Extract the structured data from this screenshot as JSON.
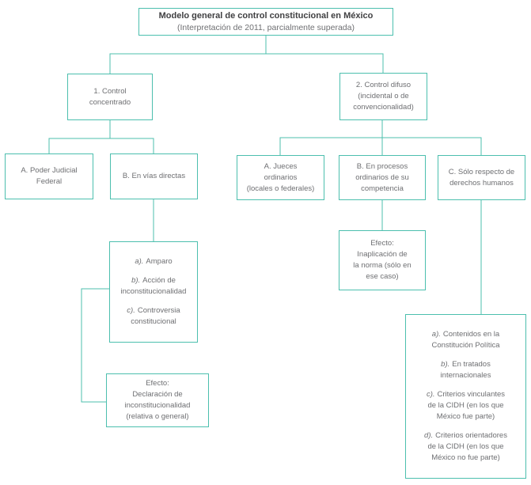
{
  "colors": {
    "line": "#4cbfae",
    "text": "#6e6f72",
    "title": "#3f3f41"
  },
  "diagram": {
    "title": {
      "heading": "Modelo general de control constitucional en México",
      "subtitle": "(Interpretación de 2011, parcialmente superada)"
    },
    "concentrado": {
      "label_lines": [
        "1. Control",
        "concentrado"
      ],
      "children": {
        "poder_judicial": {
          "lines": [
            "A. Poder Judicial",
            "Federal"
          ]
        },
        "vias_directas": {
          "lines": [
            "B. En vías directas"
          ]
        }
      },
      "vias_items": [
        {
          "marker": "a).",
          "lines": [
            "Amparo"
          ]
        },
        {
          "marker": "b).",
          "lines": [
            "Acción de",
            "inconstitucionalidad"
          ]
        },
        {
          "marker": "c).",
          "lines": [
            "Controversia",
            "constitucional"
          ]
        }
      ],
      "efecto": {
        "label": "Efecto:",
        "lines": [
          "Declaración de",
          "inconstitucionalidad",
          "(relativa o general)"
        ]
      }
    },
    "difuso": {
      "label_lines": [
        "2. Control difuso",
        "(incidental o de",
        "convencionalidad)"
      ],
      "children": {
        "jueces": {
          "lines": [
            "A. Jueces",
            "ordinarios",
            "(locales o federales)"
          ]
        },
        "procesos": {
          "lines": [
            "B. En procesos",
            "ordinarios de su",
            "competencia"
          ]
        },
        "derechos": {
          "lines": [
            "C. Sólo respecto de",
            "derechos humanos"
          ]
        }
      },
      "efecto": {
        "label": "Efecto:",
        "lines": [
          "Inaplicación de",
          "la norma (sólo en",
          "ese caso)"
        ]
      },
      "derechos_items": [
        {
          "marker": "a).",
          "lines": [
            "Contenidos en la",
            "Constitución Política"
          ]
        },
        {
          "marker": "b).",
          "lines": [
            "En tratados",
            "internacionales"
          ]
        },
        {
          "marker": "c).",
          "lines": [
            "Criterios vinculantes",
            "de la CIDH (en los que",
            "México fue parte)"
          ]
        },
        {
          "marker": "d).",
          "lines": [
            "Criterios orientadores",
            "de la CIDH (en los que",
            "México no fue parte)"
          ]
        }
      ]
    }
  }
}
